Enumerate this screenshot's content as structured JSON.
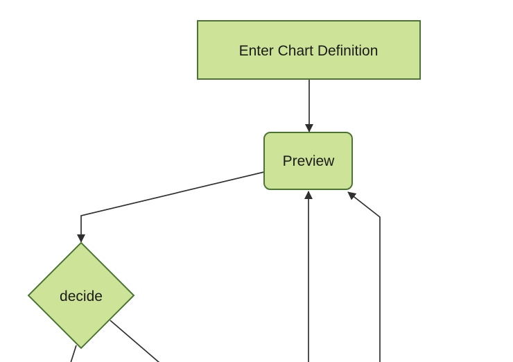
{
  "diagram": {
    "type": "flowchart",
    "direction": "top-down",
    "colors": {
      "background": "#ffffff",
      "node_fill": "#cde498",
      "node_border": "#4a7434",
      "edge": "#2f2f2f",
      "label_text": "#1a1a1a"
    },
    "nodes": [
      {
        "id": "enter-chart-definition",
        "label": "Enter Chart Definition",
        "shape": "rectangle"
      },
      {
        "id": "preview",
        "label": "Preview",
        "shape": "rounded-rectangle"
      },
      {
        "id": "decide",
        "label": "decide",
        "shape": "diamond"
      }
    ],
    "edges": [
      {
        "from": "enter-chart-definition",
        "to": "preview",
        "arrowhead": true
      },
      {
        "from": "preview",
        "to": "decide",
        "arrowhead": true
      },
      {
        "from": "decide",
        "to": "offscreen-bottom-left",
        "arrowhead": false
      },
      {
        "from": "decide",
        "to": "offscreen-bottom-right",
        "arrowhead": false
      },
      {
        "from": "offscreen-bottom-center",
        "to": "preview",
        "arrowhead": true
      },
      {
        "from": "offscreen-bottom-right",
        "to": "preview",
        "arrowhead": true
      }
    ]
  }
}
